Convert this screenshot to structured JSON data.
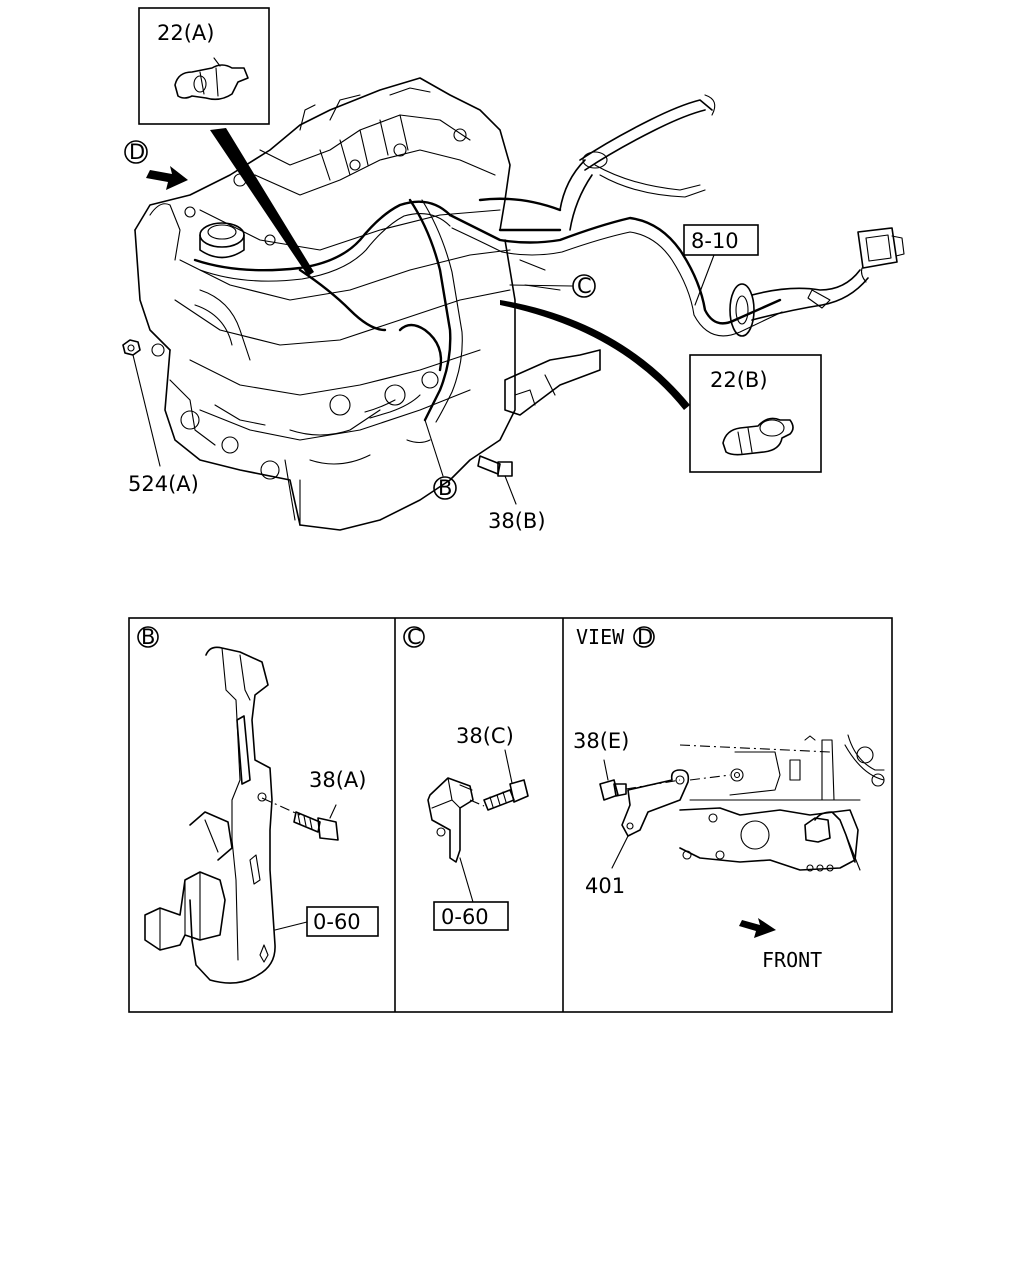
{
  "callouts": {
    "clip_a": "22(A)",
    "clip_b": "22(B)",
    "ref_8_10": "8-10",
    "nut_524a": "524(A)",
    "bolt_38b": "38(B)",
    "view_marker_d": "D",
    "view_marker_c": "C",
    "view_marker_b": "B"
  },
  "panels": {
    "b": {
      "marker": "B",
      "bolt_38a": "38(A)",
      "ref_0_60": "0-60"
    },
    "c": {
      "marker": "C",
      "bolt_38c": "38(C)",
      "ref_0_60": "0-60"
    },
    "d": {
      "view_label": "VIEW",
      "marker": "D",
      "bolt_38e": "38(E)",
      "part_401": "401",
      "front_label": "FRONT"
    }
  }
}
